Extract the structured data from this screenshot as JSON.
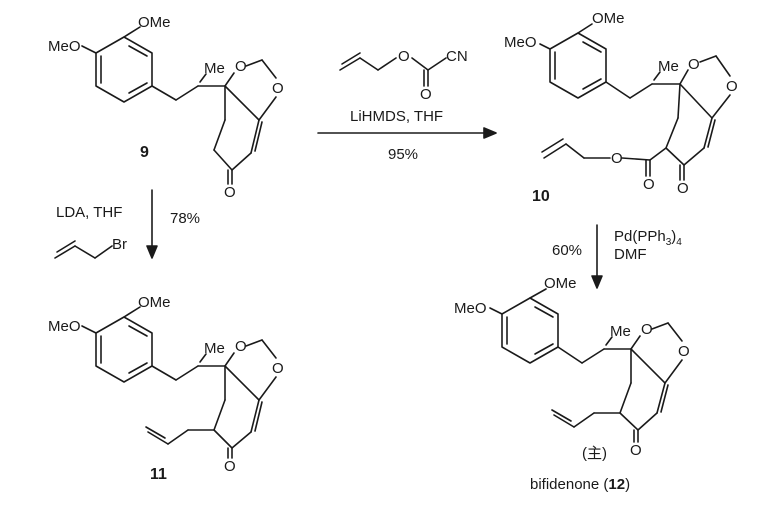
{
  "atoms": {
    "ome": "OMe",
    "meo": "MeO",
    "me": "Me",
    "o": "O",
    "br": "Br",
    "cn": "CN"
  },
  "compounds": {
    "c9": "9",
    "c10": "10",
    "c11": "11",
    "c12_name": "bifidenone (",
    "c12_num": "12",
    "c12_close": ")",
    "c12_major": "(主)"
  },
  "reactions": {
    "r1": {
      "reagent": "LiHMDS, THF",
      "yield": "95%"
    },
    "r2": {
      "reagent_1": "LDA, THF",
      "yield": "78%"
    },
    "r3": {
      "reagent_1": "Pd(PPh",
      "reagent_sub": "3",
      "reagent_2": ")",
      "reagent_sub2": "4",
      "reagent_3": "DMF",
      "yield": "60%"
    }
  }
}
